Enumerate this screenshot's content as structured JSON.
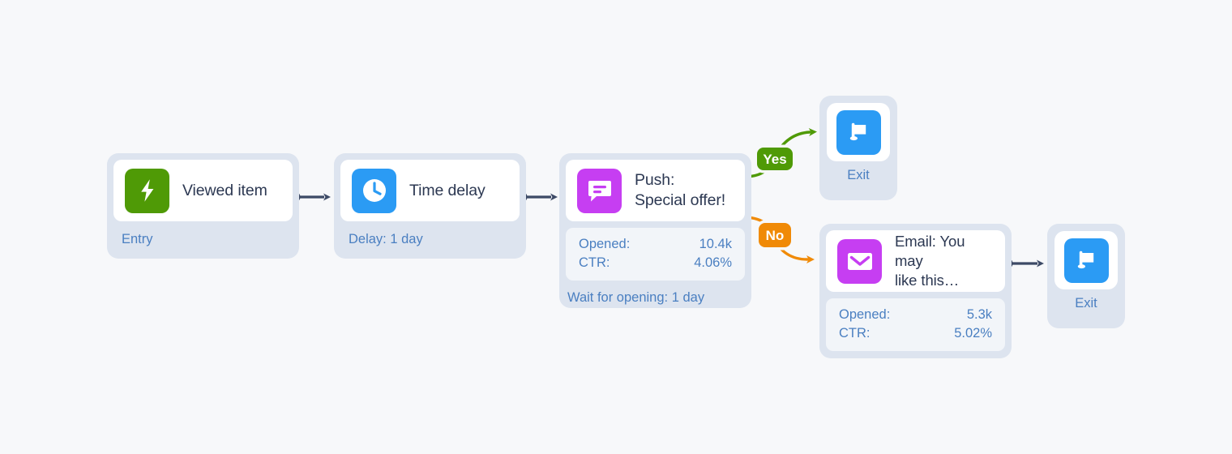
{
  "canvas": {
    "background": "#f7f8fa",
    "node_shell_color": "#dde4ef",
    "card_color": "#ffffff",
    "stats_panel_color": "#f2f5f9",
    "title_color": "#2c3852",
    "meta_text_color": "#4a7fc1",
    "connector_color": "#3d4a66",
    "yes_color": "#4f9a06",
    "no_color": "#f08a07"
  },
  "nodes": {
    "entry": {
      "title": "Viewed item",
      "footer": "Entry",
      "icon": "lightning-bolt-icon",
      "icon_color": "#4f9a06"
    },
    "delay": {
      "title": "Time delay",
      "footer": "Delay: 1 day",
      "icon": "clock-icon",
      "icon_color": "#2b9bf4"
    },
    "push": {
      "title": "Push:\nSpecial offer!",
      "footer": "Wait for opening: 1 day",
      "icon": "push-message-icon",
      "icon_color": "#c63ef2",
      "stats": [
        {
          "label": "Opened:",
          "value": "10.4k"
        },
        {
          "label": "CTR:",
          "value": "4.06%"
        }
      ]
    },
    "email": {
      "title": "Email: You may\nlike this…",
      "icon": "envelope-icon",
      "icon_color": "#c63ef2",
      "stats": [
        {
          "label": "Opened:",
          "value": "5.3k"
        },
        {
          "label": "CTR:",
          "value": "5.02%"
        }
      ]
    },
    "exit_top": {
      "label": "Exit",
      "icon": "flag-icon",
      "icon_color": "#2b9bf4"
    },
    "exit_bottom": {
      "label": "Exit",
      "icon": "flag-icon",
      "icon_color": "#2b9bf4"
    }
  },
  "branches": {
    "yes": {
      "label": "Yes",
      "color": "#4f9a06"
    },
    "no": {
      "label": "No",
      "color": "#f08a07"
    }
  }
}
